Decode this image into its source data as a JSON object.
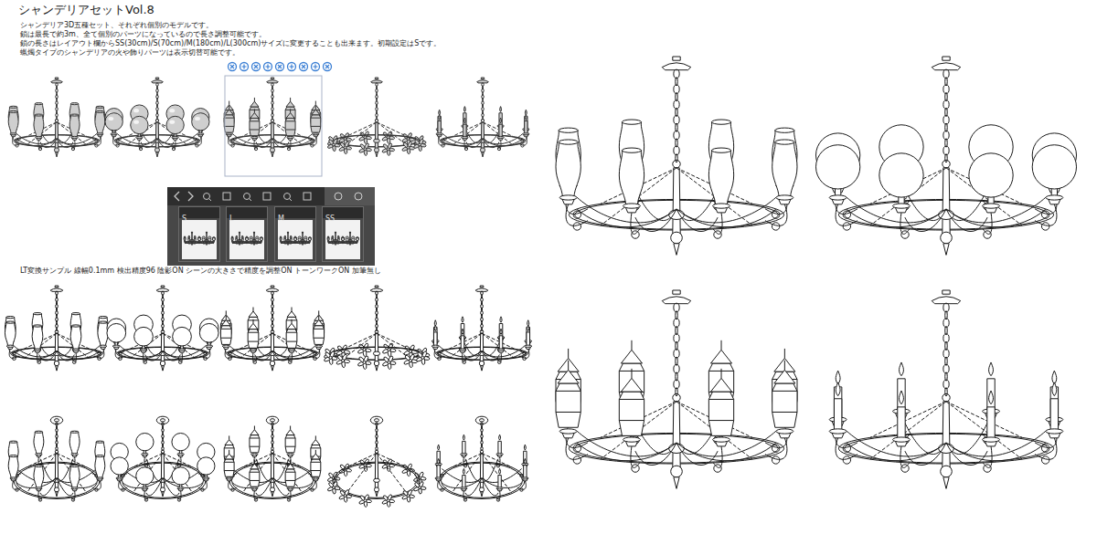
{
  "diagram": {
    "title": "シャンデリアセットVol.8",
    "nodes": [
      {
        "text": [
          "S"
        ]
      },
      {
        "text": [
          "L"
        ]
      },
      {
        "text": [
          "M"
        ]
      },
      {
        "text": [
          "SS"
        ]
      }
    ],
    "labels": [
      "シャンデリア3D五種セット、それぞれ個別のモデルです。",
      "鎖は最長で約3m、全て個別のパーツになっているので長さ調整可能です。",
      "鎖の長さはレイアウト欄からSS(30cm)/S(70cm)/M(180cm)/L(300cm)サイズに変更することも出来ます。初期設定はSです。",
      "蝋燭タイプのシャンデリアの火や飾りパーツは表示切替可能です。",
      "LT変換サンプル 線幅0.1mm 検出精度96 陰影ON シーンの大きさで精度を調整ON トーンワークON 加筆無し"
    ]
  }
}
